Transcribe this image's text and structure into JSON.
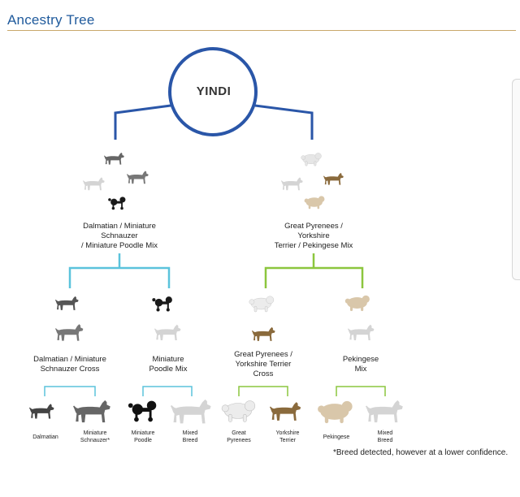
{
  "header": {
    "title": "Ancestry Tree"
  },
  "root": {
    "name": "YINDI"
  },
  "parents": {
    "left": {
      "label": "Dalmatian / Miniature\nSchnauzer\n/ Miniature Poodle Mix"
    },
    "right": {
      "label": "Great Pyrenees /\nYorkshire\nTerrier / Pekingese Mix"
    }
  },
  "grandparents": [
    {
      "label": "Dalmatian / Miniature\nSchnauzer Cross"
    },
    {
      "label": "Miniature\nPoodle Mix"
    },
    {
      "label": "Great Pyrenees /\nYorkshire Terrier\nCross"
    },
    {
      "label": "Pekingese\nMix"
    }
  ],
  "great_grandparents": [
    {
      "label": "Dalmatian"
    },
    {
      "label": "Miniature\nSchnauzer*"
    },
    {
      "label": "Miniature\nPoodle"
    },
    {
      "label": "Mixed\nBreed"
    },
    {
      "label": "Great\nPyrenees"
    },
    {
      "label": "Yorkshire\nTerrier"
    },
    {
      "label": "Pekingese"
    },
    {
      "label": "Mixed\nBreed"
    }
  ],
  "footnote": "*Breed detected, however at a lower confidence.",
  "colors": {
    "title": "#1f5a9c",
    "root_branch": "#2a56a8",
    "left_branch": "#5bc3dc",
    "right_branch": "#8cc63e",
    "generic_dog": "#d4d4d4"
  },
  "icons": {
    "dalmatian": "dalmatian-icon",
    "schnauzer": "schnauzer-icon",
    "poodle": "poodle-icon",
    "pyrenees": "great-pyrenees-icon",
    "yorkie": "yorkshire-terrier-icon",
    "pekingese": "pekingese-icon",
    "generic": "generic-dog-icon"
  }
}
